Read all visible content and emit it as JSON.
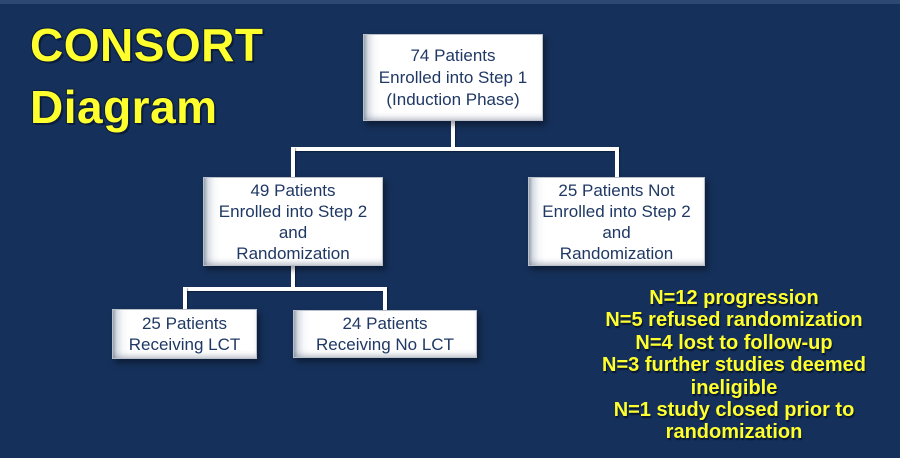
{
  "slide": {
    "title": {
      "line1": "CONSORT",
      "line2": "Diagram"
    },
    "colors": {
      "background": "#15305a",
      "title_text": "#ffff2d",
      "box_fill": "#ffffff",
      "box_text": "#1f3864",
      "connector": "#ffffff",
      "annotation_text": "#ffff2d"
    }
  },
  "flowchart": {
    "nodes": [
      {
        "id": "step1",
        "lines": [
          "74 Patients",
          "Enrolled into Step 1",
          "(Induction Phase)"
        ]
      },
      {
        "id": "step2-randomized",
        "lines": [
          "49 Patients",
          "Enrolled into Step 2",
          "and",
          "Randomization"
        ]
      },
      {
        "id": "not-randomized",
        "lines": [
          "25 Patients Not",
          "Enrolled into Step 2",
          "and",
          "Randomization"
        ]
      },
      {
        "id": "lct",
        "lines": [
          "25 Patients",
          "Receiving LCT"
        ]
      },
      {
        "id": "no-lct",
        "lines": [
          "24 Patients",
          "Receiving No LCT"
        ]
      }
    ],
    "edges": [
      {
        "from": "step1",
        "to": "step2-randomized"
      },
      {
        "from": "step1",
        "to": "not-randomized"
      },
      {
        "from": "step2-randomized",
        "to": "lct"
      },
      {
        "from": "step2-randomized",
        "to": "no-lct"
      }
    ]
  },
  "annotations": {
    "reasons_not_randomized": [
      "N=12 progression",
      "N=5 refused randomization",
      "N=4 lost to follow-up",
      "N=3 further studies deemed ineligible",
      "N=1 study closed prior to randomization"
    ]
  }
}
